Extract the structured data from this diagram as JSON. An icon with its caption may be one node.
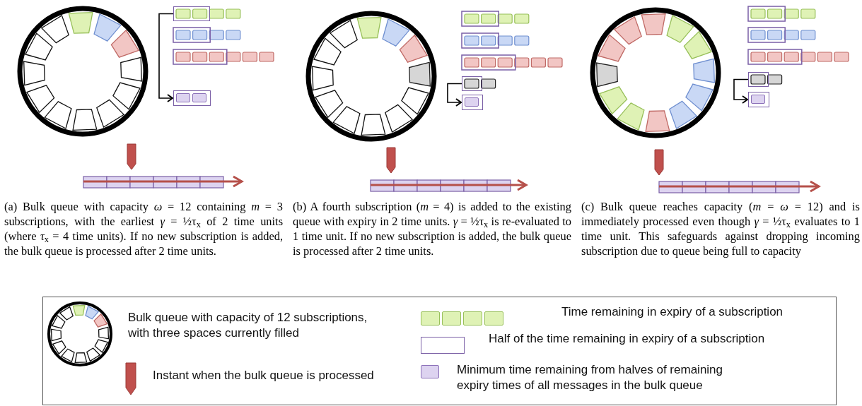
{
  "diagram": {
    "nodes": [
      {
        "text": [],
        "shape": "box"
      },
      {
        "text": [],
        "shape": "box"
      },
      {
        "text": [],
        "shape": "box"
      },
      {
        "text": [],
        "shape": "box"
      },
      {
        "text": [],
        "shape": "box"
      },
      {
        "text": [],
        "shape": "box"
      }
    ],
    "edges": [
      {
        "from": 0,
        "to": 1,
        "arrow": "to"
      },
      {
        "from": 2,
        "to": 3,
        "arrow": "to"
      },
      {
        "from": 4,
        "to": 5,
        "arrow": "to"
      }
    ],
    "labels": [
      "(a) Bulk queue with capacity *ω* = 12 containing *m* = 3 subscriptions, with the earliest *γ* = ½τ$_{x}$ of 2 time units (where *τ*$_{x}$ = 4 time units). If no new subscription is added, the bulk queue is processed after 2 time units.",
      "(b) A fourth subscription (*m* = 4) is added to the existing queue with expiry in 2 time units. *γ* = ½τ$_{x}$ is re-evaluated to 1 time unit. If no new subscription is added, the bulk queue is processed after 2 time units.",
      "(c) Bulk queue reaches capacity (*m* = *ω* = 12) and is immediately processed even though *γ* = ½τ$_{x}$ evaluates to 1 time unit. This safeguards against dropping incoming subscription due to queue being full to capacity"
    ],
    "legend": [
      {
        "text": "Bulk queue with capacity of 12 subscriptions, with three spaces currently filled"
      },
      {
        "text": "Instant when the bulk queue is processed"
      },
      {
        "text": "Time remaining in expiry of a subscription",
        "color": "#dff2b5"
      },
      {
        "text": "Half of the time remaining in expiry of a subscription"
      },
      {
        "text": "Minimum time remaining from halves of remaining expiry times  of all messages in the bulk queue",
        "color": "#ddd3f0"
      }
    ]
  }
}
